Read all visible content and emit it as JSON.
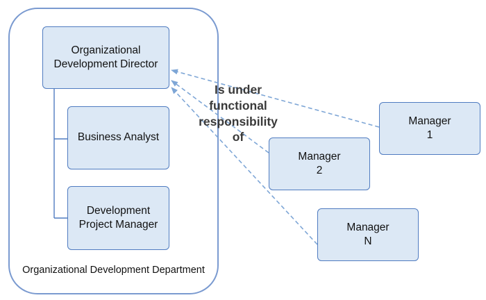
{
  "department": {
    "label": "Organizational Development Department"
  },
  "roles": {
    "director": "Organizational\nDevelopment Director",
    "business_analyst": "Business Analyst",
    "project_manager": "Development\nProject Manager"
  },
  "relation_label": "Is under\nfunctional\nresponsibility of",
  "managers": [
    {
      "label": "Manager\n1"
    },
    {
      "label": "Manager\n2"
    },
    {
      "label": "Manager\nN"
    }
  ],
  "colors": {
    "box_fill": "#dce8f5",
    "box_border": "#4f7bc0",
    "department_border": "#7a9ad0",
    "dashed_arrow": "#7ea6d6"
  }
}
